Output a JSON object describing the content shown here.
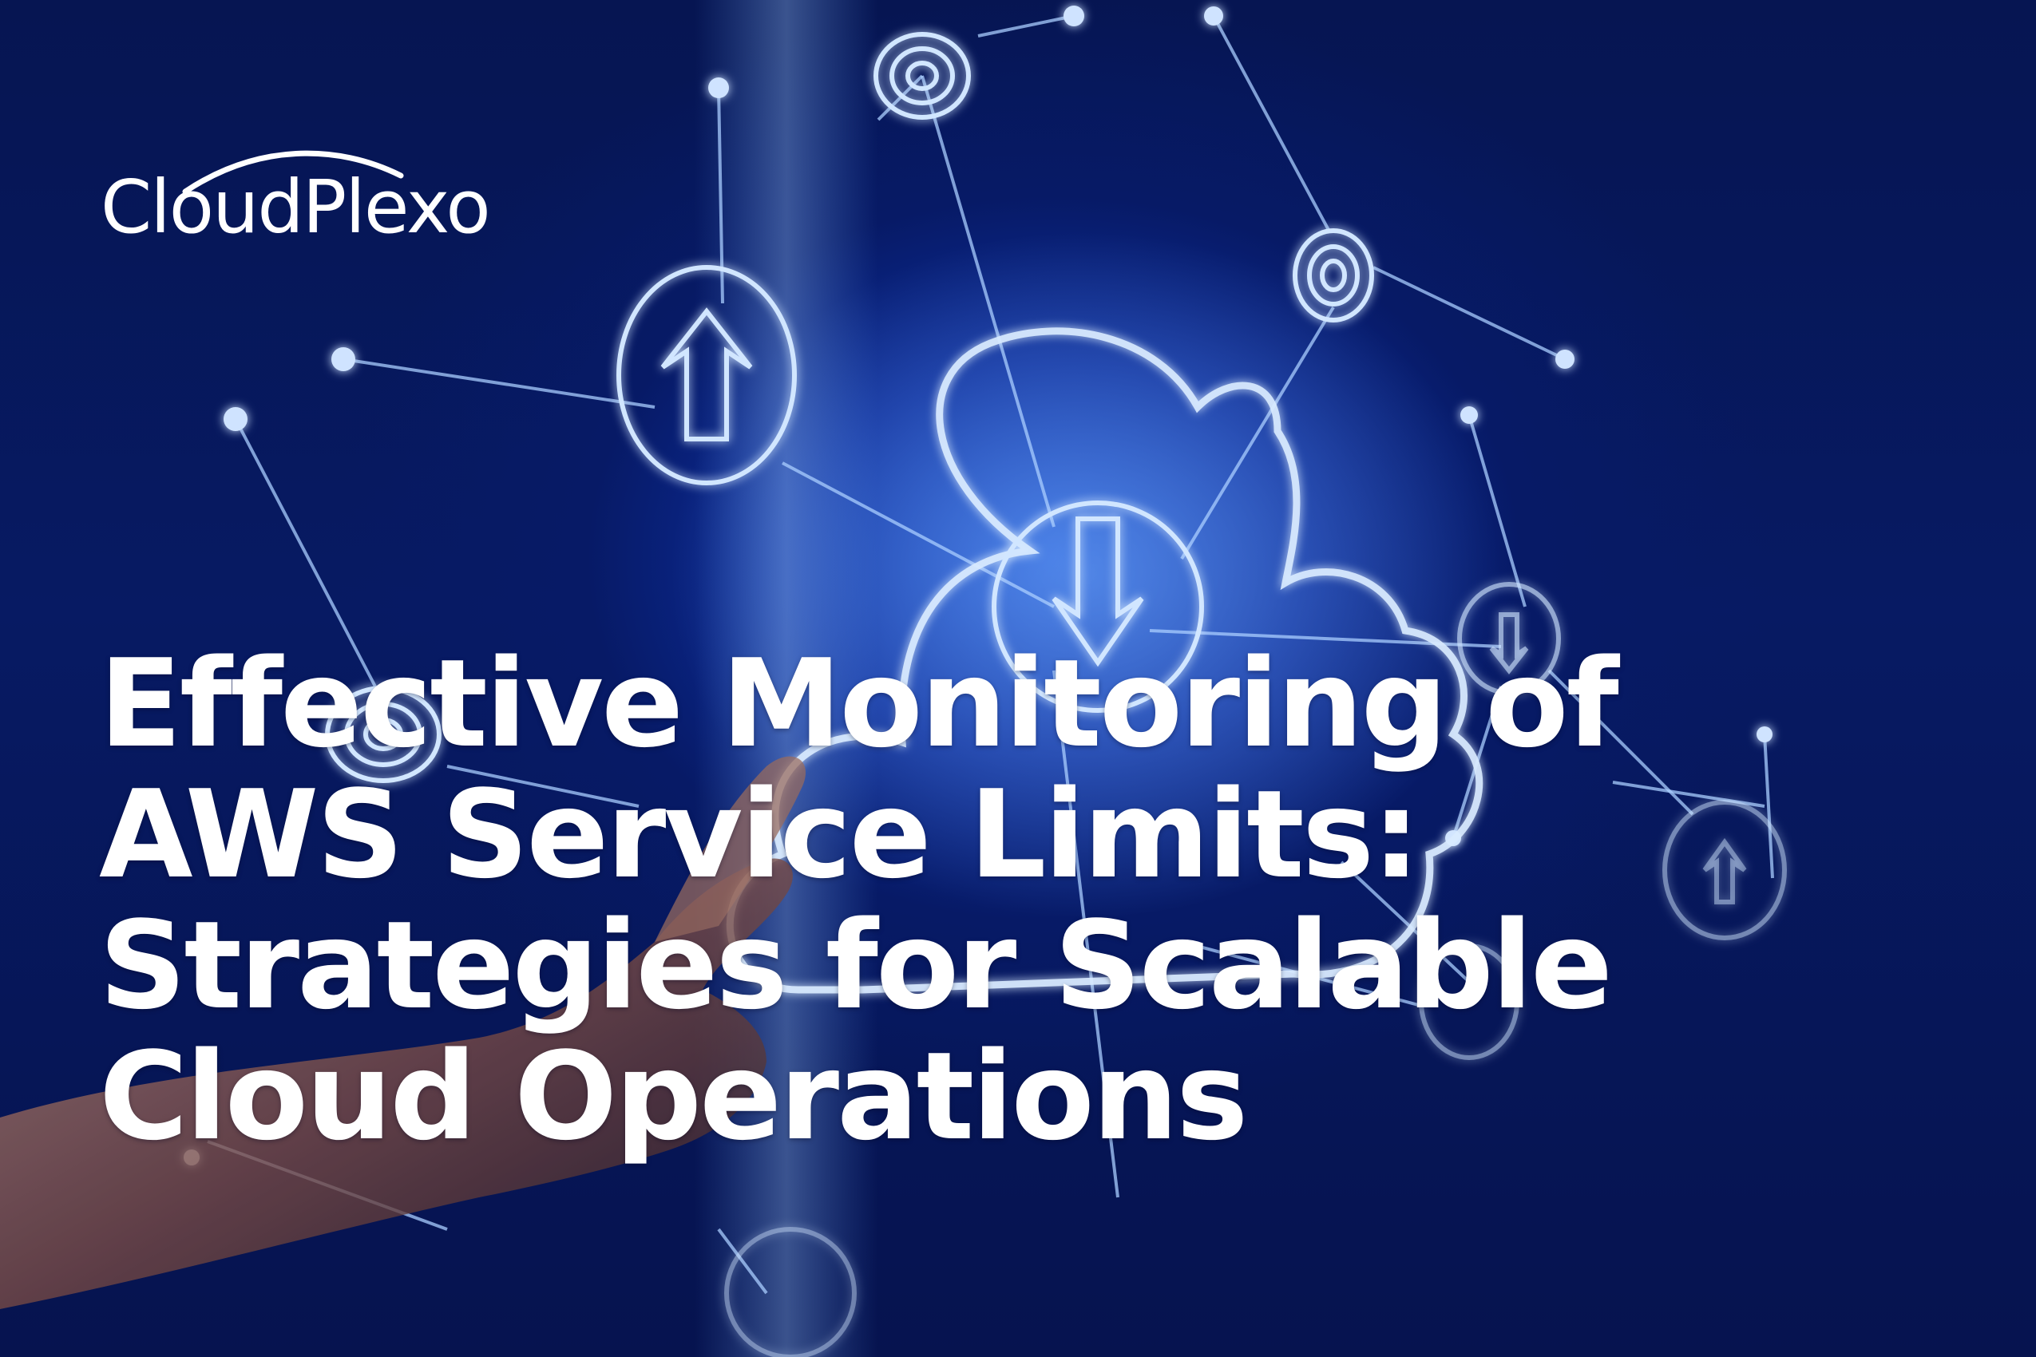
{
  "brand": {
    "name": "CloudPlexo",
    "colors": {
      "background": "#071a63",
      "glow": "#1a4fd0",
      "line": "#9fc8ff",
      "text": "#ffffff"
    }
  },
  "headline": {
    "lines": [
      "Effective Monitoring of",
      "AWS Service Limits:",
      "Strategies for Scalable",
      "Cloud Operations"
    ]
  },
  "illustration": {
    "icons": [
      "cloud-icon",
      "upload-arrow-icon",
      "download-arrow-icon",
      "target-node-icon",
      "hand-icon"
    ]
  }
}
